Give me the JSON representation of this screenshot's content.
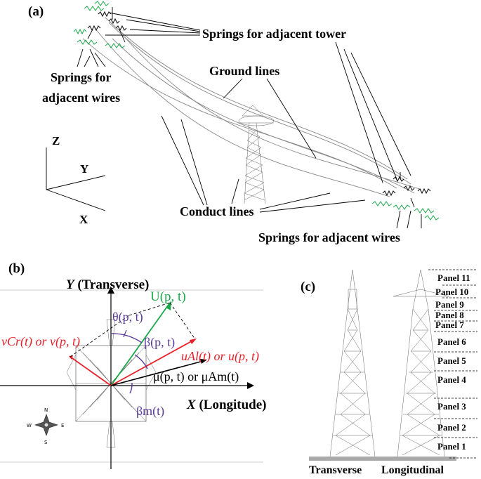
{
  "panel_a": {
    "label": "(a)",
    "springs_tower": "Springs for adjacent tower",
    "springs_wires_line1": "Springs for",
    "springs_wires_line2": "adjacent wires",
    "ground_lines": "Ground lines",
    "conduct_lines": "Conduct lines",
    "springs_wires_right": "Springs for adjacent wires",
    "axis_z": "Z",
    "axis_y": "Y",
    "axis_x": "X"
  },
  "panel_b": {
    "label": "(b)",
    "y_axis_italic": "Y",
    "y_axis_rest": " (Transverse)",
    "x_axis_italic": "X",
    "x_axis_rest": " (Longitude)",
    "U_label": "U(p, t)",
    "theta_label": "θ(p, t)",
    "beta_label": "β(p, t)",
    "v_label": "vCr(t) or v(p, t)",
    "u_label": "uAl(t) or u(p, t)",
    "mu_label": "μ(p, t) or μAm(t)",
    "beta_m_label": "βm(t)",
    "compass": [
      "N",
      "E",
      "S",
      "W"
    ],
    "colors": {
      "green": "#1aa84a",
      "red": "#e8202a",
      "purple": "#5a3b9a",
      "black": "#000000"
    }
  },
  "panel_c": {
    "label": "(c)",
    "panels": [
      "Panel 11",
      "Panel 10",
      "Panel 9",
      "Panel 8",
      "Panel 7",
      "Panel 6",
      "Panel 5",
      "Panel 4",
      "Panel 3",
      "Panel 2",
      "Panel 1"
    ],
    "transverse": "Transverse",
    "longitudinal": "Longitudinal"
  }
}
